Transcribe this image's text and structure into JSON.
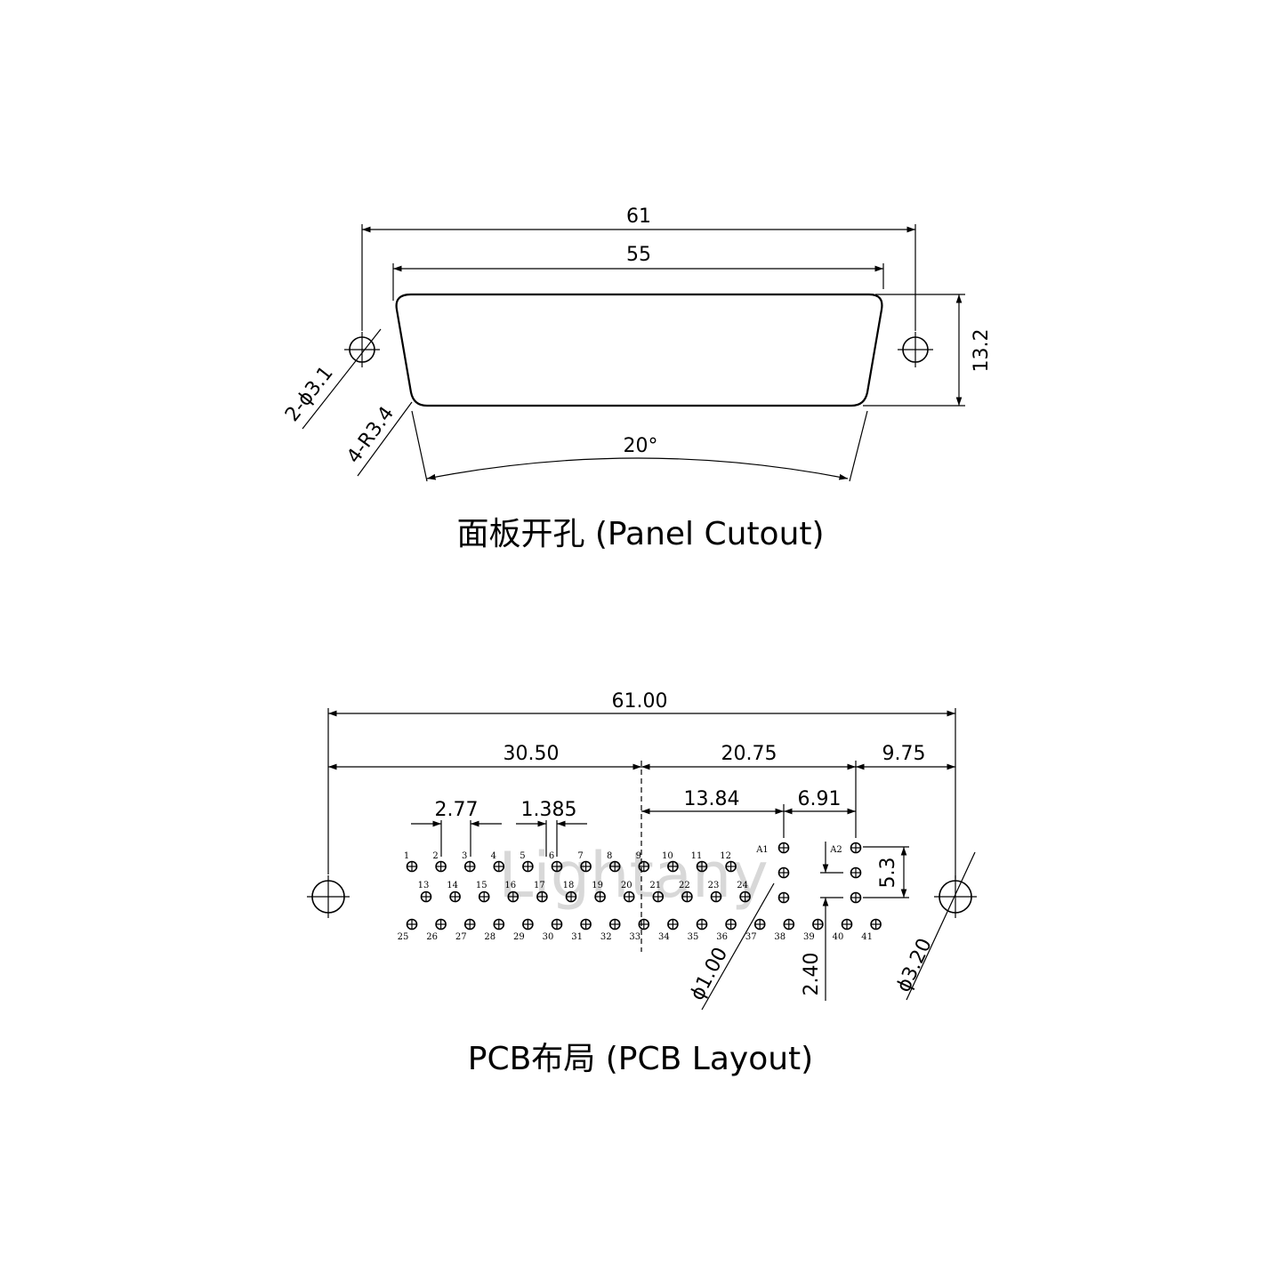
{
  "panel": {
    "dims": {
      "overall": "61",
      "inner": "55",
      "height": "13.2",
      "hole": "2-ϕ3.1",
      "radius": "4-R3.4",
      "angle": "20°"
    },
    "caption": "面板开孔 (Panel Cutout)"
  },
  "pcb": {
    "dims": {
      "overall": "61.00",
      "half": "30.50",
      "right_span": "20.75",
      "edge": "9.75",
      "pitch": "2.77",
      "half_pitch": "1.385",
      "offset_a": "13.84",
      "offset_b": "6.91",
      "vert_a": "5.3",
      "vert_b": "2.40",
      "pin_dia": "ϕ1.00",
      "hole_dia": "ϕ3.20"
    },
    "caption": "PCB布局 (PCB Layout)",
    "pins": {
      "row1": [
        "1",
        "2",
        "3",
        "4",
        "5",
        "6",
        "7",
        "8",
        "9",
        "10",
        "11",
        "12"
      ],
      "row2": [
        "13",
        "14",
        "15",
        "16",
        "17",
        "18",
        "19",
        "20",
        "21",
        "22",
        "23",
        "24"
      ],
      "row3": [
        "25",
        "26",
        "27",
        "28",
        "29",
        "30",
        "31",
        "32",
        "33",
        "34",
        "35",
        "36",
        "37",
        "38",
        "39",
        "40",
        "41"
      ],
      "special": [
        "A1",
        "A2"
      ]
    }
  },
  "watermark": "Lightany"
}
